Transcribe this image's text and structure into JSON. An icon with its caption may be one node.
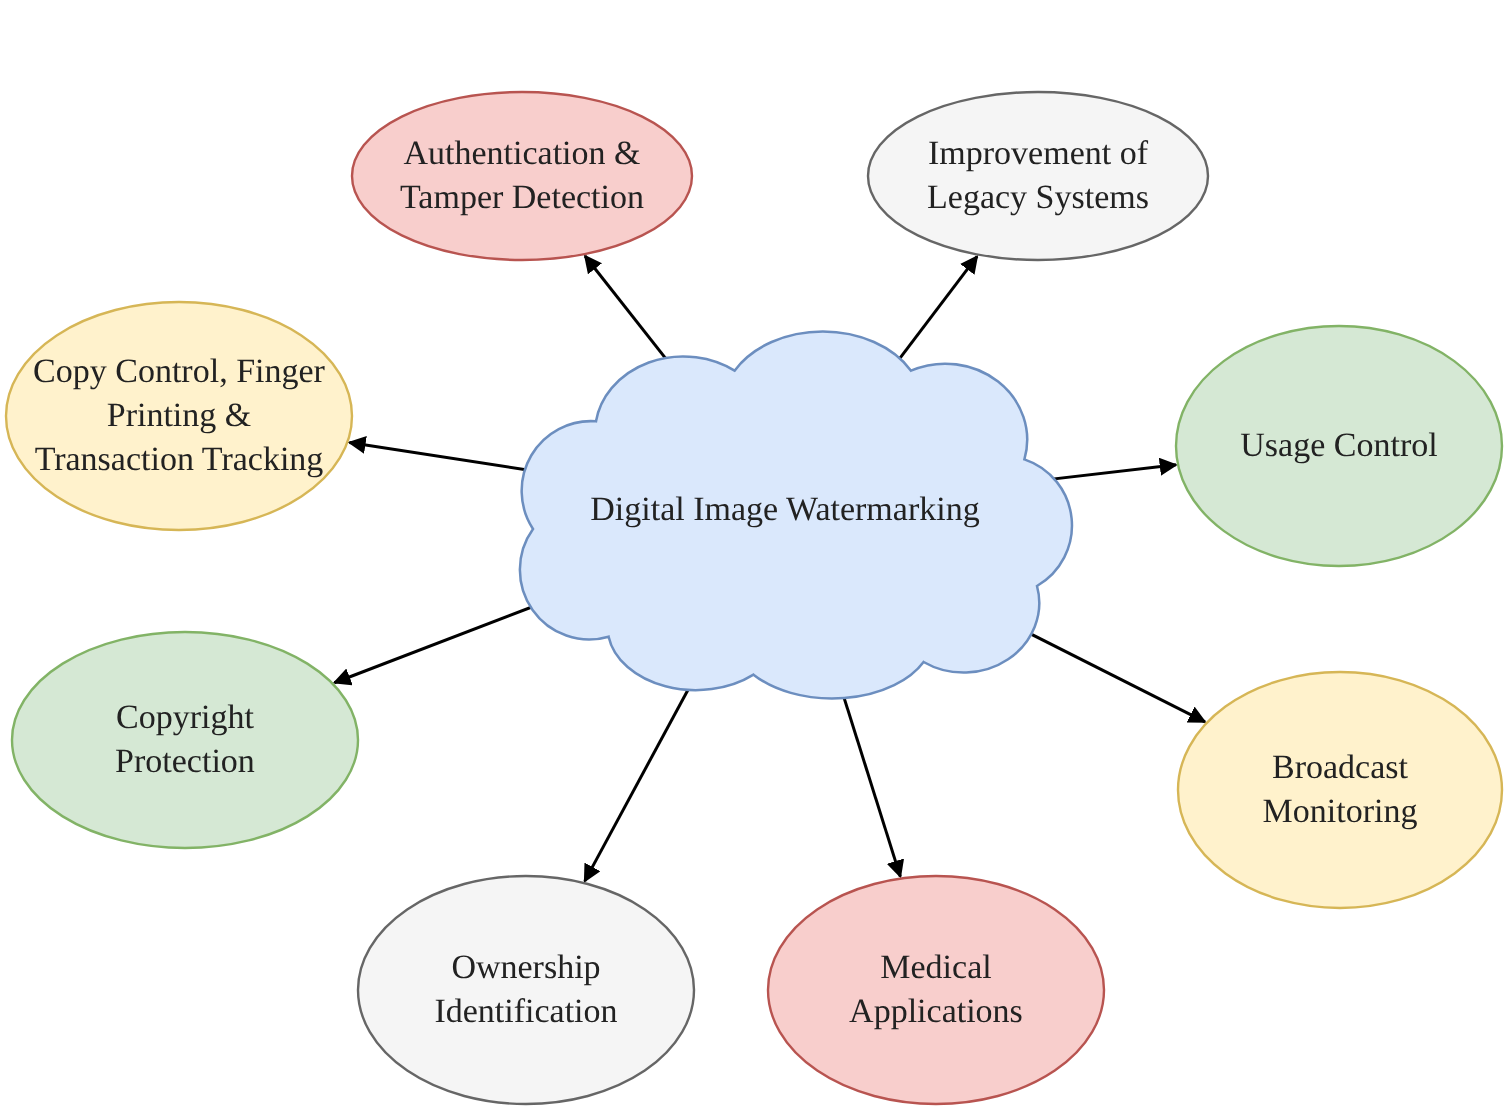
{
  "diagram": {
    "nodes": [
      {
        "text": [
          "Digital Image Watermarking"
        ]
      },
      {
        "text": [
          "Authentication & Tamper Detection"
        ]
      },
      {
        "text": [
          "Improvement of Legacy Systems"
        ]
      },
      {
        "text": [
          "Copy Control, Finger Printing & Transaction Tracking"
        ]
      },
      {
        "text": [
          "Usage Control"
        ]
      },
      {
        "text": [
          "Copyright Protection"
        ]
      },
      {
        "text": [
          "Broadcast Monitoring"
        ]
      },
      {
        "text": [
          "Ownership Identification"
        ]
      },
      {
        "text": [
          "Medical Applications"
        ]
      }
    ],
    "edges": [
      {
        "from": 0,
        "to": 1,
        "arrow": "to"
      },
      {
        "from": 0,
        "to": 2,
        "arrow": "to"
      },
      {
        "from": 0,
        "to": 3,
        "arrow": "to"
      },
      {
        "from": 0,
        "to": 4,
        "arrow": "to"
      },
      {
        "from": 0,
        "to": 5,
        "arrow": "to"
      },
      {
        "from": 0,
        "to": 6,
        "arrow": "to"
      },
      {
        "from": 0,
        "to": 7,
        "arrow": "to"
      },
      {
        "from": 0,
        "to": 8,
        "arrow": "to"
      }
    ]
  }
}
